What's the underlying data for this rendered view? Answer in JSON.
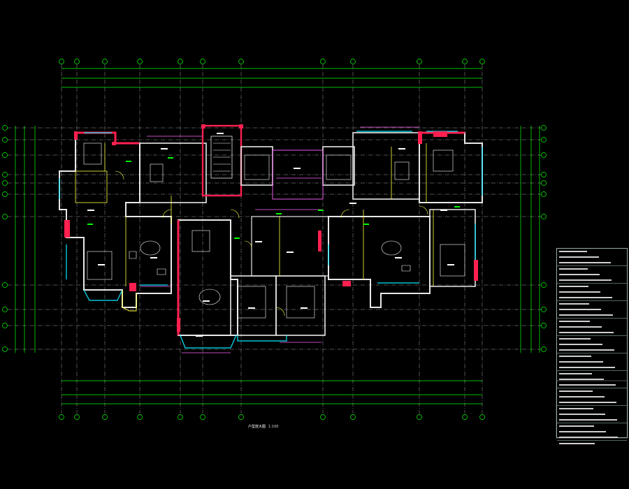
{
  "drawing": {
    "colors": {
      "background": "#000000",
      "grid": "#00ff00",
      "axis_bubble": "#00ff00",
      "wall": "#e8e8e8",
      "wall_outline": "#ff2050",
      "hatch": "#ff2050",
      "window": "#00e5ff",
      "door": "#ffff40",
      "furniture": "#ffffff",
      "label": "#ffffff",
      "text_accent": "#00e5ff",
      "notes_border": "#99aaaa"
    },
    "symbols": [
      "grid-axis-bubble",
      "elevator-icon",
      "stair-icon",
      "door-swing-icon",
      "furniture-icon"
    ],
    "title": "户型放大图",
    "scale": "1:100"
  }
}
